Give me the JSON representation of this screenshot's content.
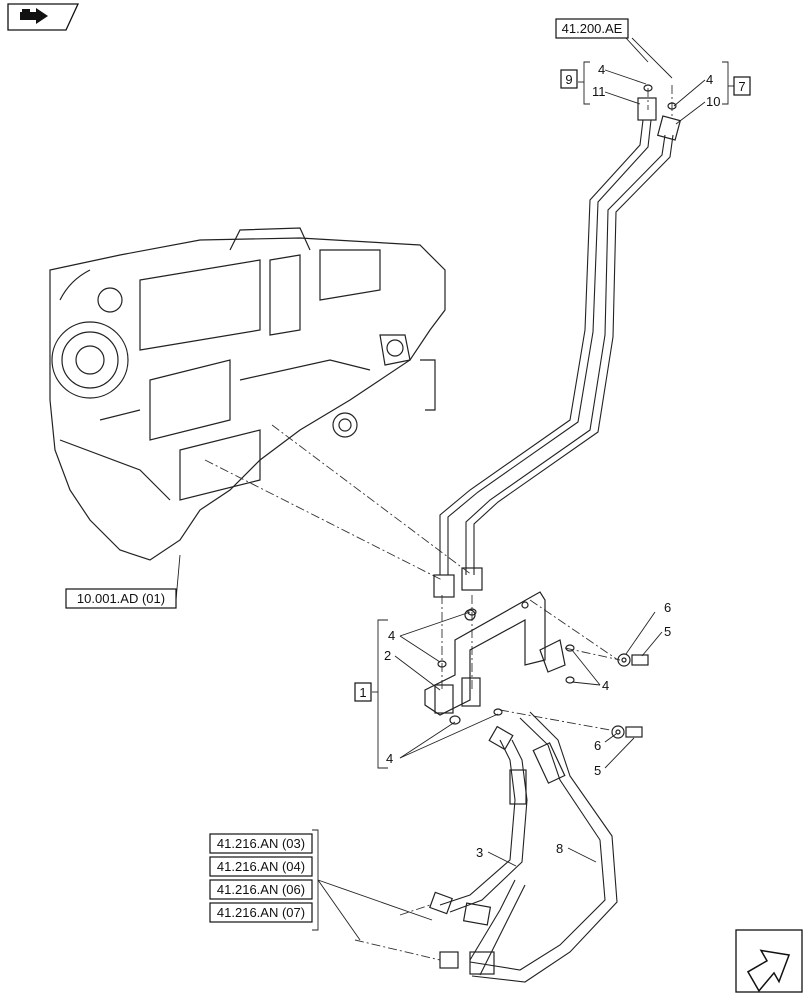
{
  "references": {
    "top_ref": "41.200.AE",
    "engine_ref": "10.001.AD (01)",
    "hose_refs": [
      "41.216.AN (03)",
      "41.216.AN (04)",
      "41.216.AN (06)",
      "41.216.AN (07)"
    ]
  },
  "callouts": {
    "box_9": "9",
    "box_7": "7",
    "box_1": "1",
    "n4_left_top": "4",
    "n11": "11",
    "n4_right_top": "4",
    "n10": "10",
    "n4_mid_upper": "4",
    "n2": "2",
    "n4_mid_lower": "4",
    "n4_right_mid": "4",
    "n6_upper": "6",
    "n5_upper": "5",
    "n6_lower": "6",
    "n5_lower": "5",
    "n3": "3",
    "n8": "8"
  },
  "icons": {
    "top_left": "hydraulic-system-icon",
    "bottom_right": "navigation-arrow-icon"
  }
}
